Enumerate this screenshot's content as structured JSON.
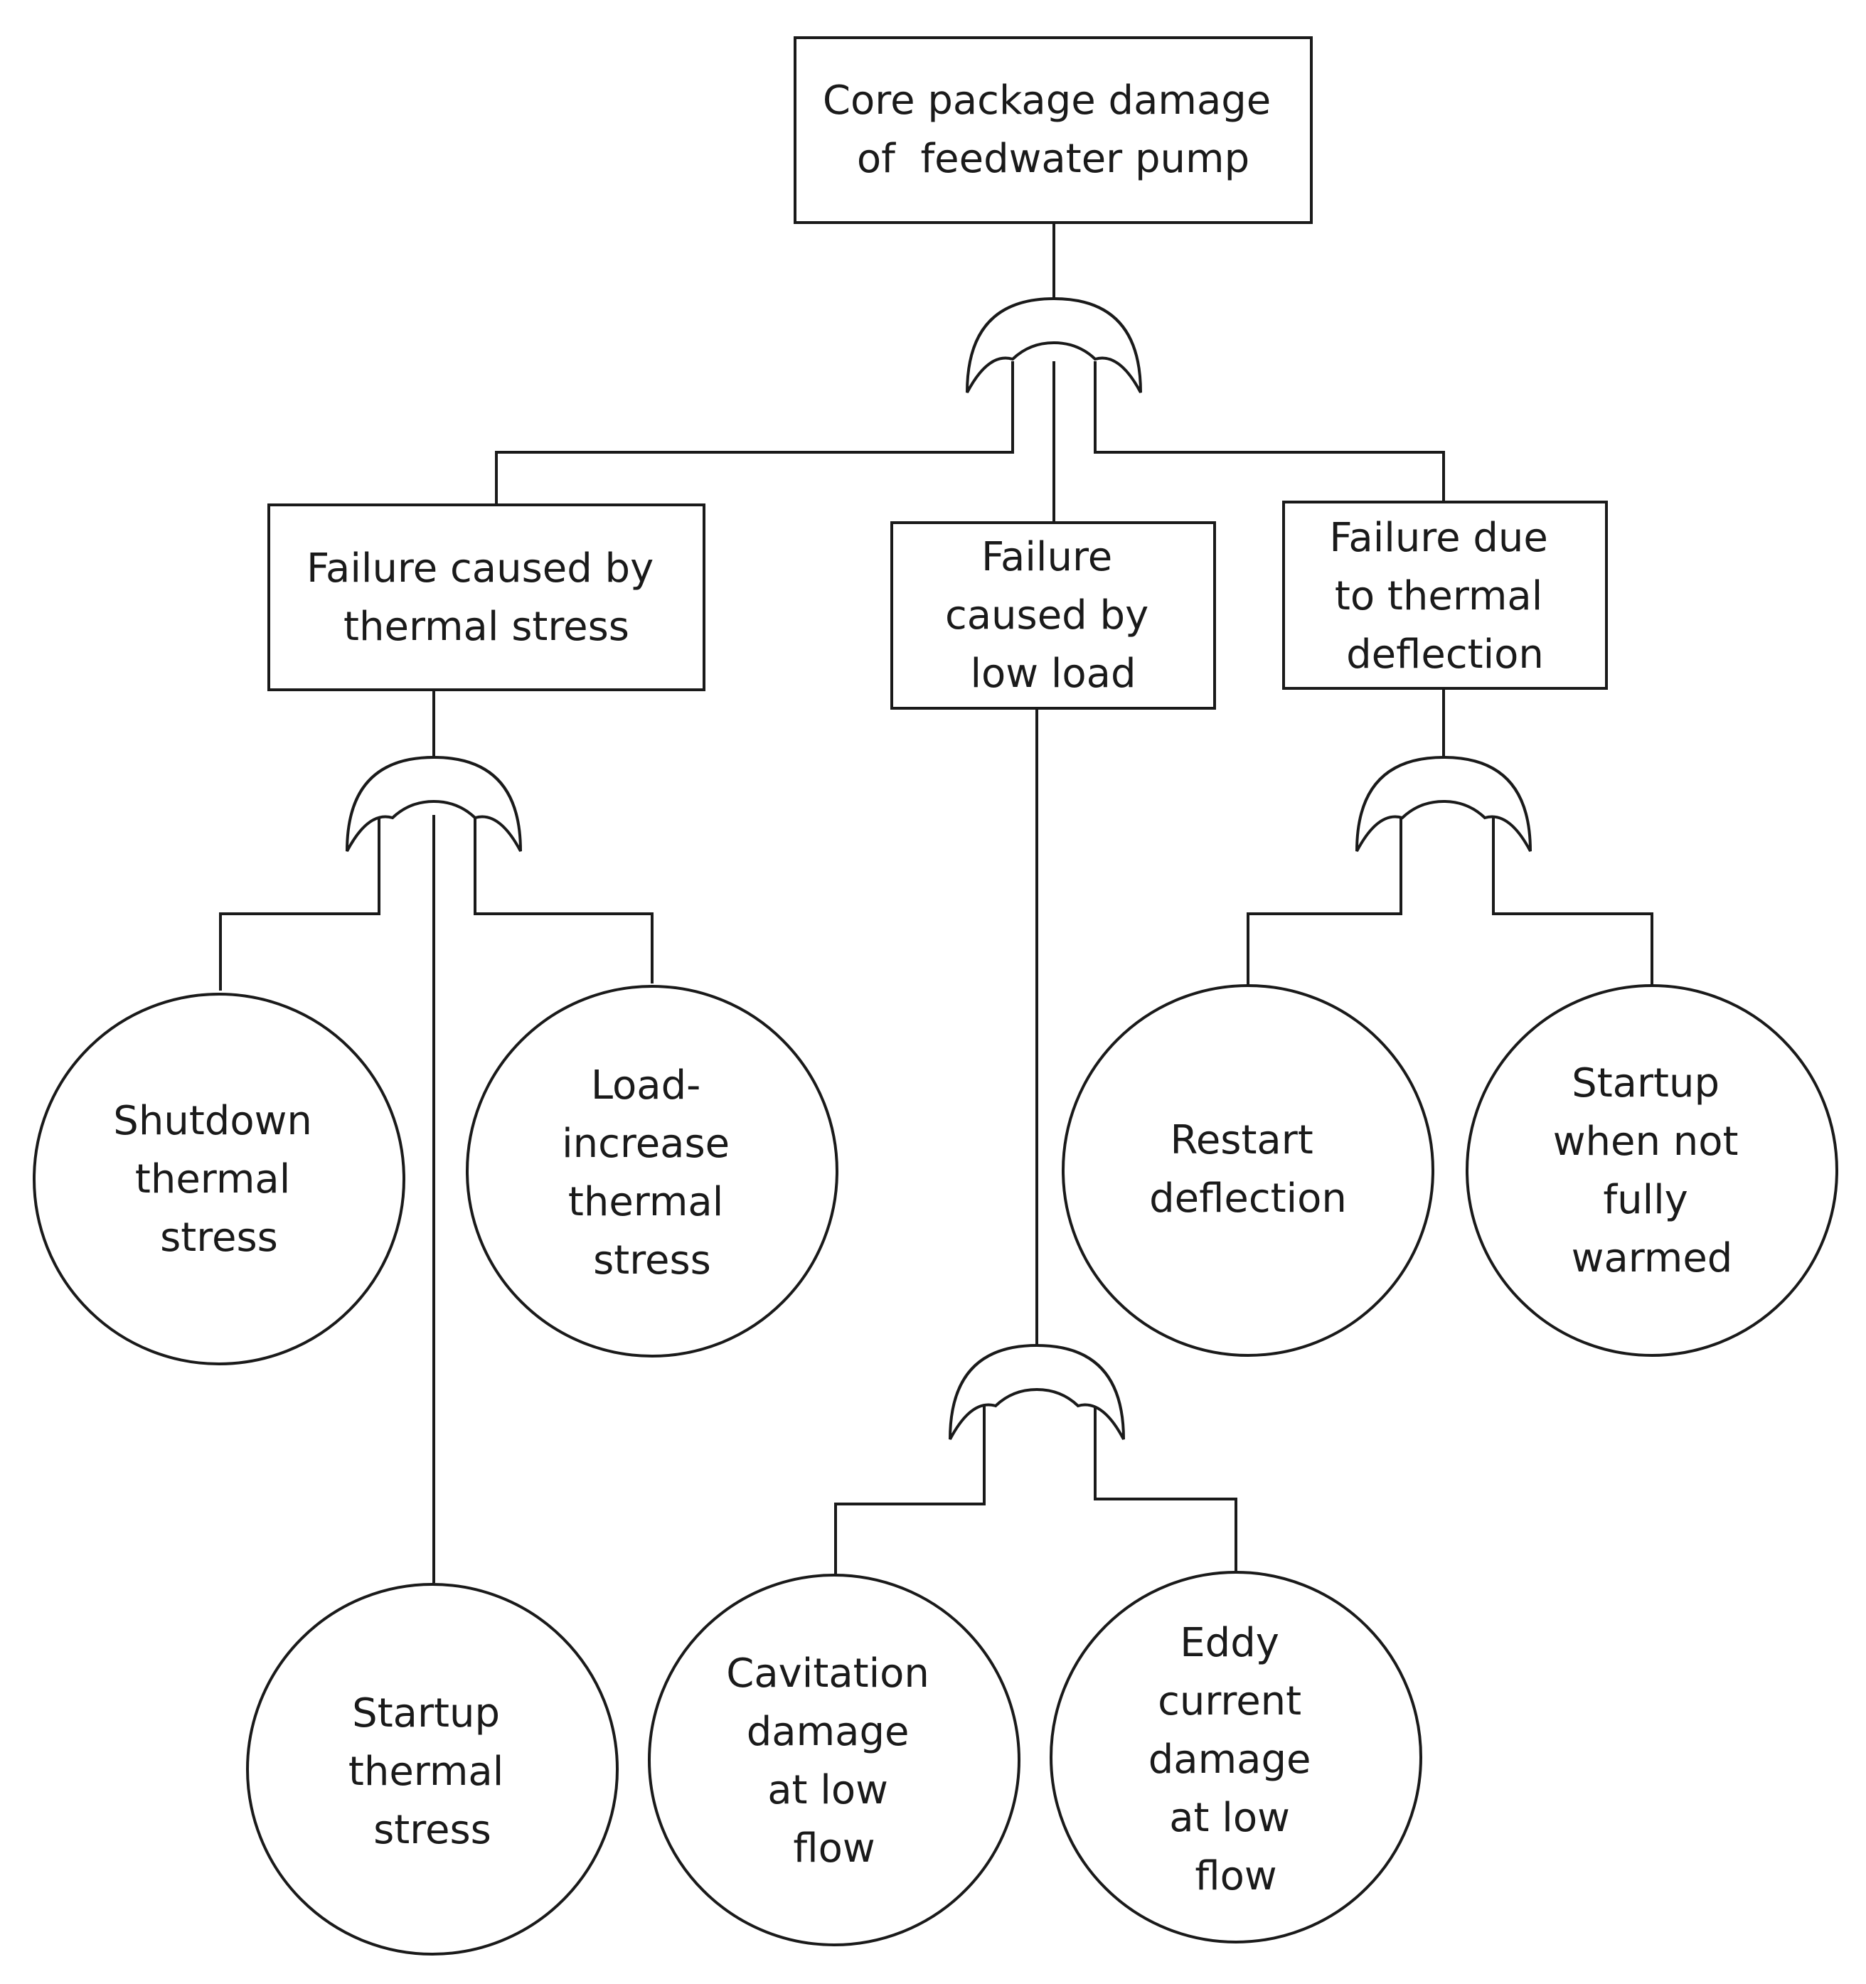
{
  "top_event": {
    "lines": [
      "Core package damage",
      "of  feedwater pump"
    ]
  },
  "intermediate_events": [
    {
      "id": "thermal-stress",
      "lines": [
        "Failure caused by",
        "thermal stress"
      ]
    },
    {
      "id": "low-load",
      "lines": [
        "Failure",
        "caused by",
        "low load"
      ]
    },
    {
      "id": "thermal-deflection",
      "lines": [
        "Failure due",
        "to thermal",
        "deflection"
      ]
    }
  ],
  "basic_events": [
    {
      "id": "shutdown-thermal-stress",
      "lines": [
        "Shutdown",
        "thermal",
        "stress"
      ]
    },
    {
      "id": "load-increase-thermal-stress",
      "lines": [
        "Load-",
        "increase",
        "thermal",
        "stress"
      ]
    },
    {
      "id": "startup-thermal-stress",
      "lines": [
        "Startup",
        "thermal",
        "stress"
      ]
    },
    {
      "id": "restart-deflection",
      "lines": [
        "Restart",
        "deflection"
      ]
    },
    {
      "id": "startup-not-fully-warmed",
      "lines": [
        "Startup",
        "when not",
        "fully",
        "warmed"
      ]
    },
    {
      "id": "cavitation-damage",
      "lines": [
        "Cavitation",
        "damage",
        "at low",
        "flow"
      ]
    },
    {
      "id": "eddy-current-damage",
      "lines": [
        "Eddy",
        "current",
        "damage",
        "at low",
        "flow"
      ]
    }
  ],
  "gate_type_icon": "or-gate-icon"
}
